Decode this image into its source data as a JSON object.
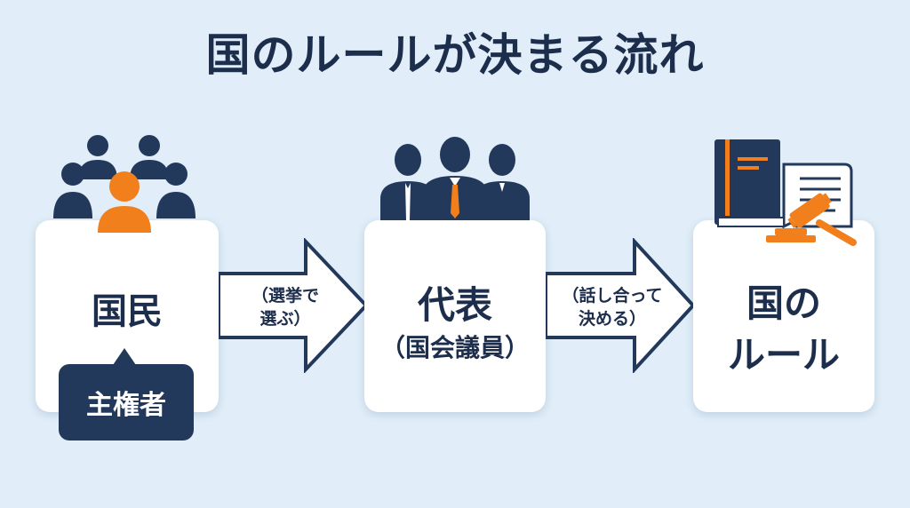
{
  "title": "国のルールが決まる流れ",
  "steps": [
    {
      "label": "国民",
      "badge": "主権者"
    },
    {
      "label": "代表",
      "sublabel": "（国会議員）"
    },
    {
      "label_line1": "国の",
      "label_line2": "ルール"
    }
  ],
  "arrows": [
    {
      "line1": "（選挙で",
      "line2": "選ぶ）"
    },
    {
      "line1": "（話し合って",
      "line2": "決める）"
    }
  ],
  "icons": [
    "people-group-icon",
    "representatives-icon",
    "law-book-gavel-icon"
  ],
  "colors": {
    "navy": "#22395c",
    "orange": "#f07f1c",
    "background": "#e1eef9",
    "card": "#ffffff"
  }
}
